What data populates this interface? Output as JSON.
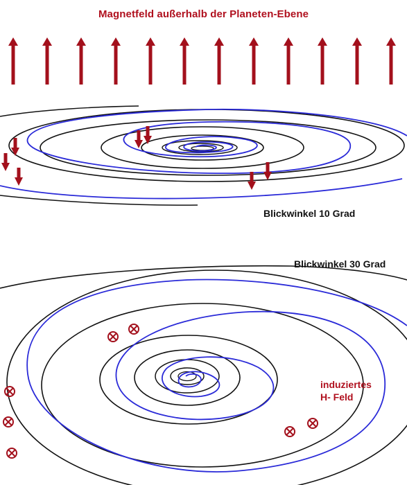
{
  "title": "Magnetfeld außerhalb der Planeten-Ebene",
  "view_10_caption": "Blickwinkel 10 Grad",
  "view_30_caption": "Blickwinkel 30 Grad",
  "induced_label_line1": "induziertes",
  "induced_label_line2": "H- Feld",
  "colors": {
    "field_arrow": "#a3101c",
    "orbit_black": "#111111",
    "spiral_blue": "#2a2ad8",
    "label_red": "#b0101e"
  },
  "icons": {
    "up_arrow": "upward-field-arrow-icon",
    "down_arrow": "downward-field-arrow-icon",
    "field_into_plane": "circled-cross-icon"
  }
}
